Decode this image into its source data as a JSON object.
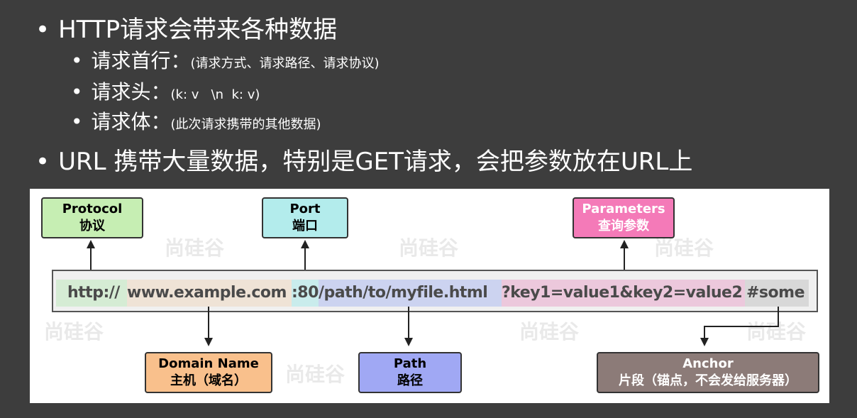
{
  "slide": {
    "bullet1": "HTTP请求会带来各种数据",
    "sub_items": [
      {
        "main": "请求首行：",
        "detail": "(请求方式、请求路径、请求协议)"
      },
      {
        "main": "请求头：",
        "detail": "(k: v   \\n  k: v)"
      },
      {
        "main": "请求体：",
        "detail": "(此次请求携带的其他数据)"
      }
    ],
    "bullet2": "URL 携带大量数据，特别是GET请求，会把参数放在URL上"
  },
  "diagram": {
    "url_segments": [
      {
        "text": "http://",
        "color": "#d5ecd4"
      },
      {
        "text": "www.example.com",
        "color": "#efe3d6"
      },
      {
        "text": ":80",
        "color": "#c9ecec"
      },
      {
        "text": "/path/to/myfile.html",
        "color": "#ccd3f0"
      },
      {
        "text": "?key1=value1&key2=value2",
        "color": "#ecc8dc"
      },
      {
        "text": "#some",
        "color": "#d8d8d8"
      }
    ],
    "boxes": {
      "protocol": {
        "en": "Protocol",
        "zh": "协议",
        "color": "#c6eeb3"
      },
      "port": {
        "en": "Port",
        "zh": "端口",
        "color": "#b3ecec"
      },
      "parameters": {
        "en": "Parameters",
        "zh": "查询参数",
        "color": "#f47ab8"
      },
      "domain": {
        "en": "Domain Name",
        "zh": "主机（域名）",
        "color": "#f9c08c"
      },
      "path": {
        "en": "Path",
        "zh": "路径",
        "color": "#a0a8f4"
      },
      "anchor": {
        "en": "Anchor",
        "zh": "片段（锚点，不会发给服务器）",
        "color": "#8c7b78"
      }
    },
    "watermark": "尚硅谷"
  }
}
